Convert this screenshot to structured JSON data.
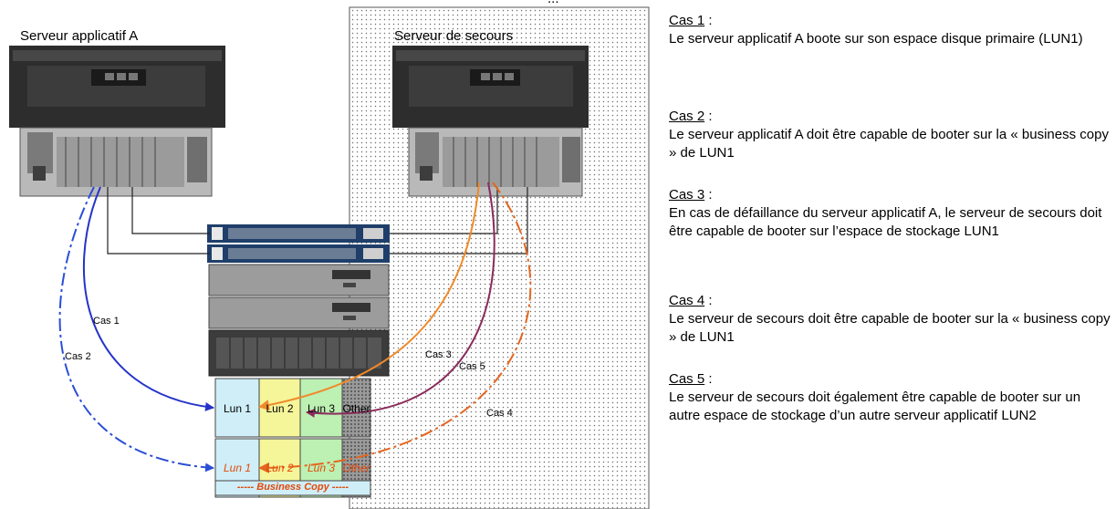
{
  "header_cut": "...",
  "servers": {
    "app": "Serveur applicatif A",
    "backup": "Serveur de secours"
  },
  "luns_primary": [
    "Lun 1",
    "Lun 2",
    "Lun 3",
    "Other"
  ],
  "luns_copy": [
    "Lun 1",
    "Lun 2",
    "Lun 3",
    "Other"
  ],
  "business_copy": "----- Business Copy -----",
  "arrow_labels": {
    "cas1": "Cas 1",
    "cas2": "Cas 2",
    "cas3": "Cas 3",
    "cas4": "Cas 4",
    "cas5": "Cas 5"
  },
  "cases": [
    {
      "title": "Cas 1",
      "text": "Le serveur applicatif A boote sur son espace disque primaire (LUN1)"
    },
    {
      "title": "Cas 2",
      "text": "Le serveur applicatif A doit être capable de booter sur la « business copy » de LUN1"
    },
    {
      "title": "Cas 3",
      "text": "En cas de défaillance du serveur applicatif A, le serveur de secours doit être capable de booter sur l’espace de stockage LUN1"
    },
    {
      "title": "Cas 4",
      "text": "Le serveur de secours doit être capable de booter sur la « business copy » de LUN1"
    },
    {
      "title": "Cas 5",
      "text": "Le serveur de secours doit également être capable de booter sur un autre espace de stockage d’un autre serveur applicatif LUN2"
    }
  ],
  "colors": {
    "cas1": "#2433c9",
    "cas2": "#2b4fd6",
    "cas3": "#f08a2a",
    "cas4": "#e4661f",
    "cas5": "#8a2b5c",
    "lun_blue": "#cfeef8",
    "lun_yellow": "#f5f59a",
    "lun_green": "#bdf0b3",
    "copy_text": "#e34a0a"
  }
}
